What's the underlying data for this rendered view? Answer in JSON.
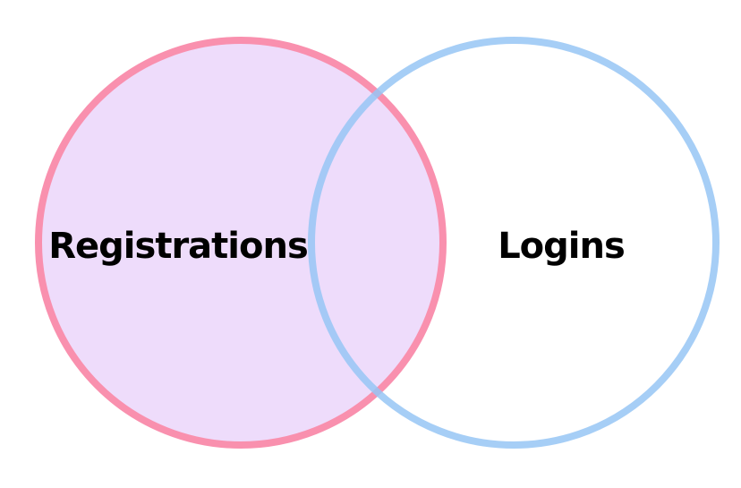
{
  "diagram": {
    "type": "venn",
    "sets": [
      {
        "label": "Registrations",
        "fill": "#eedcfb",
        "stroke": "#f990ae",
        "filled": true
      },
      {
        "label": "Logins",
        "fill": "none",
        "stroke": "#96c6f4",
        "filled": false
      }
    ],
    "label_color": "#000000"
  }
}
